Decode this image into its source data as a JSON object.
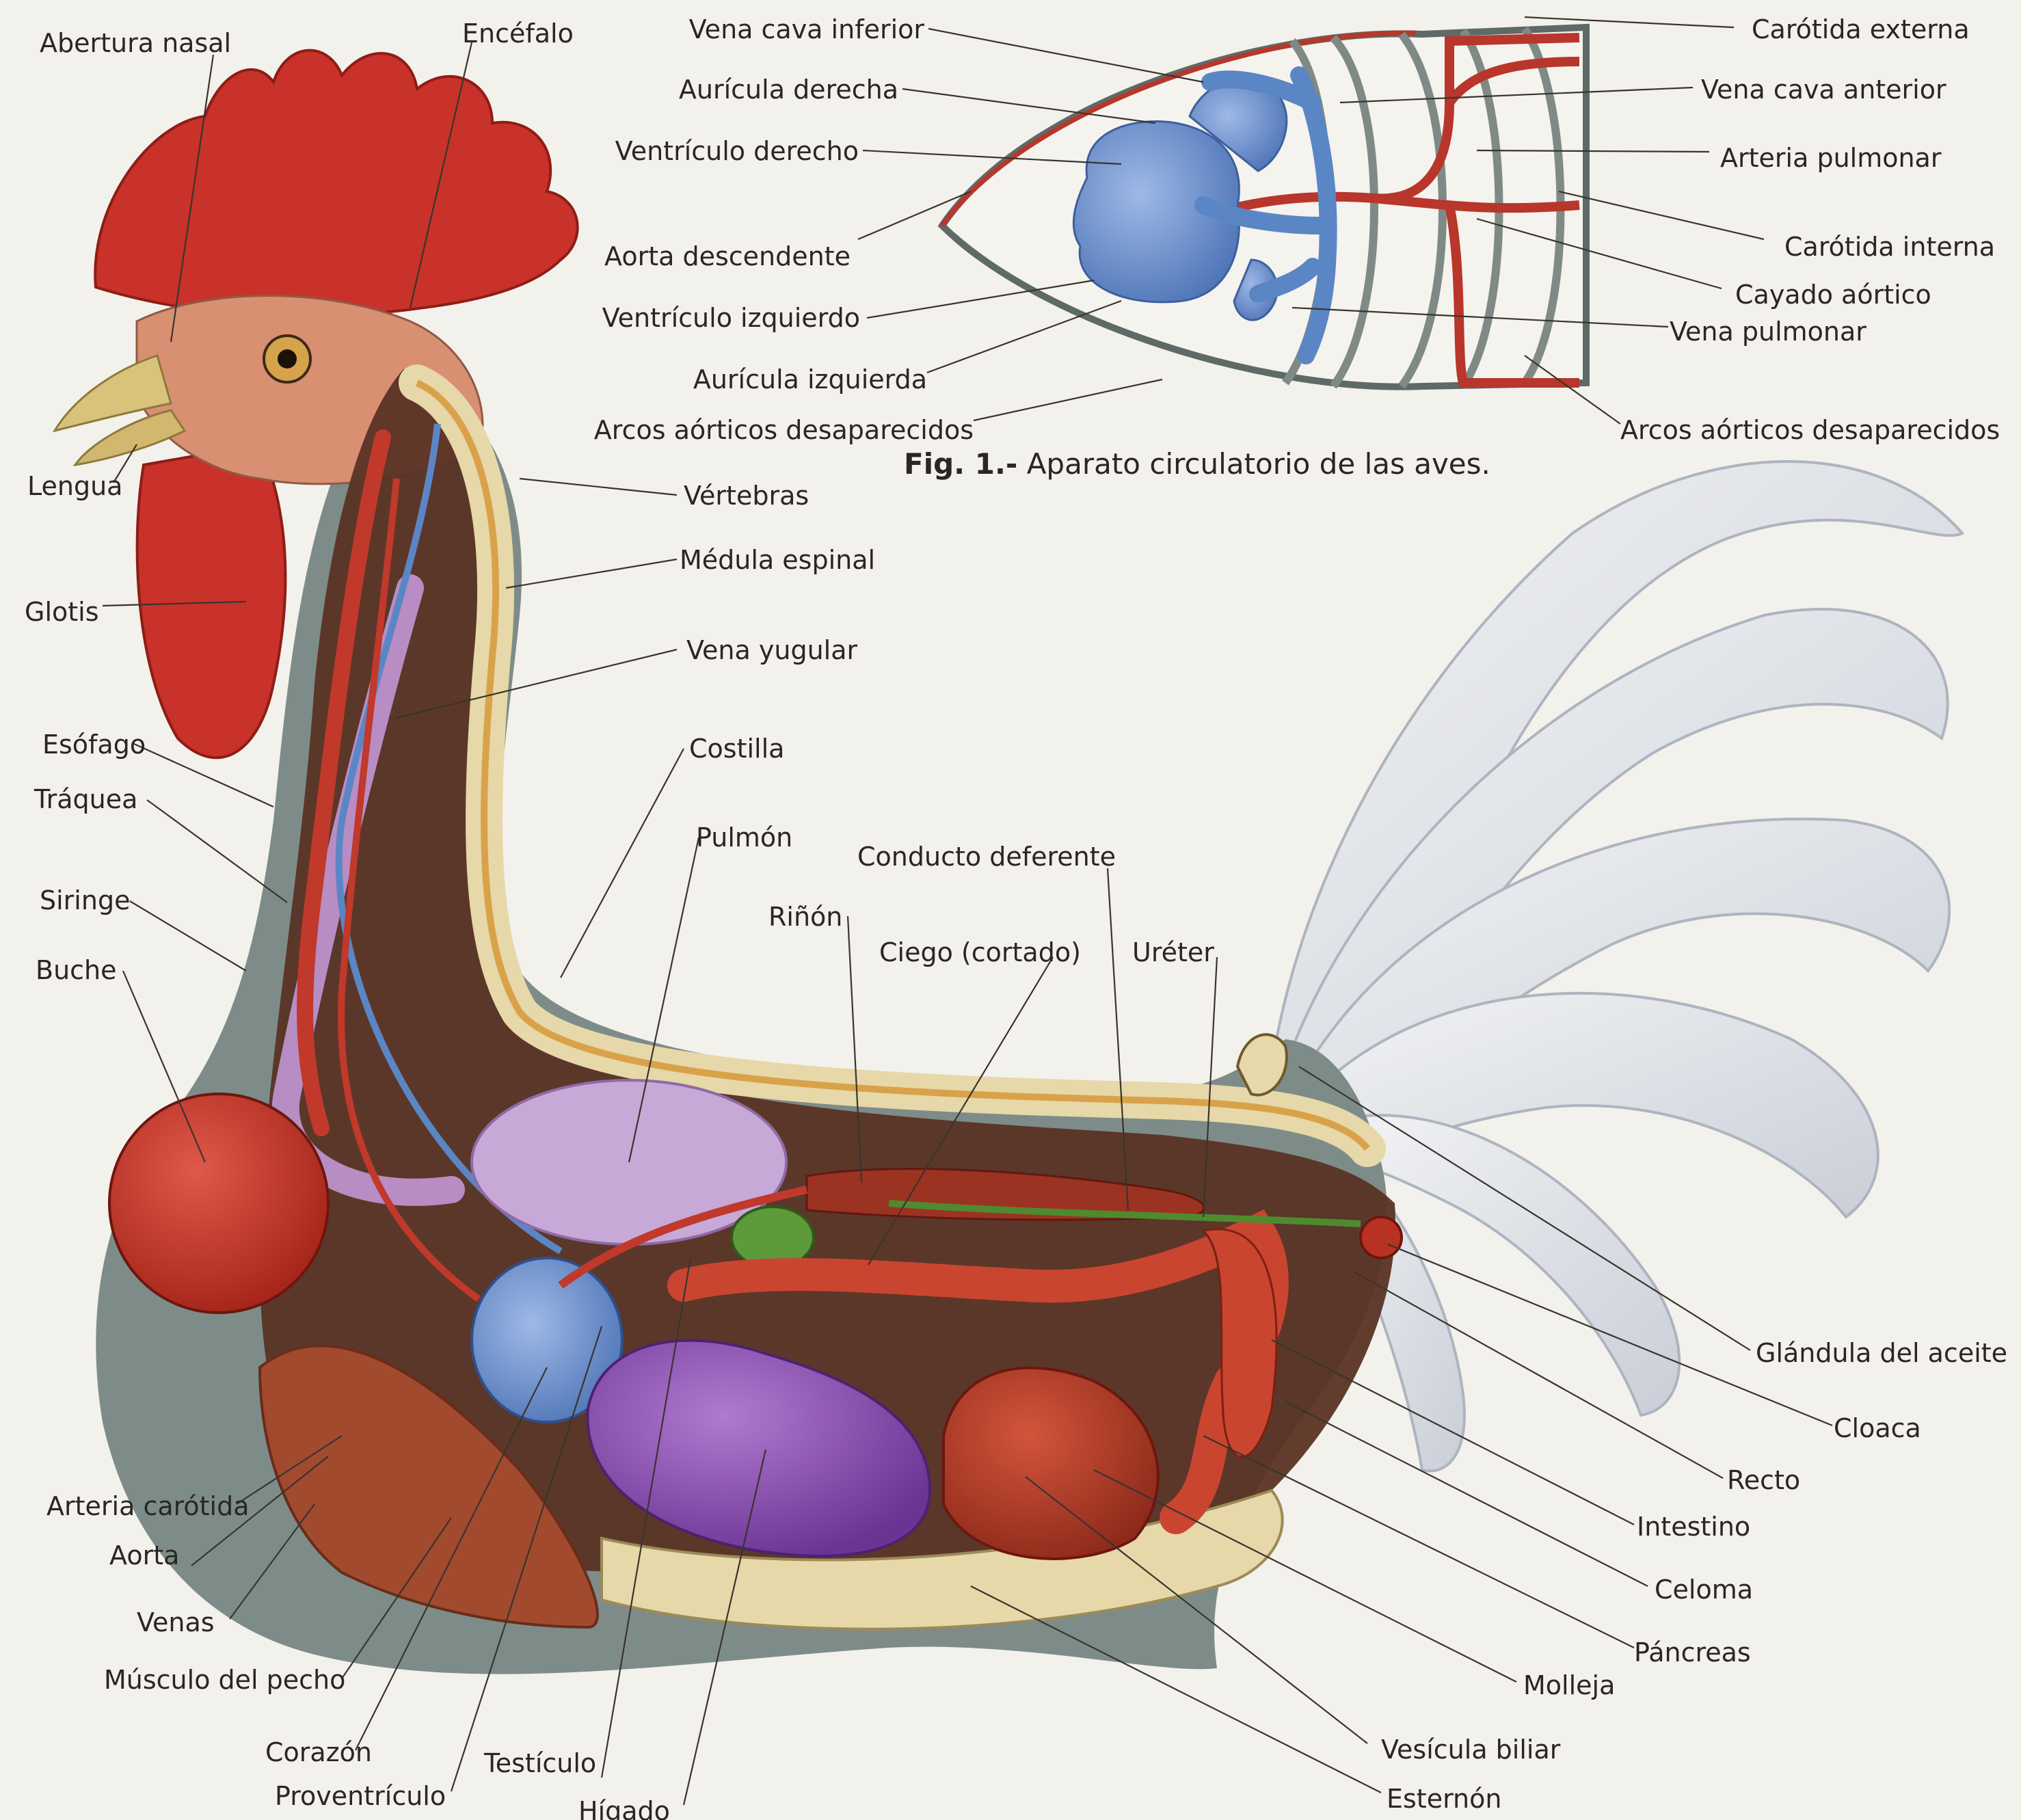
{
  "figure_caption": {
    "number": "Fig. 1.-",
    "text": "Aparato circulatorio de las aves."
  },
  "circulatory_labels": {
    "vena_cava_inferior": "Vena cava inferior",
    "auricula_derecha": "Aurícula derecha",
    "ventriculo_derecho": "Ventrículo derecho",
    "aorta_descendente": "Aorta descendente",
    "ventriculo_izquierdo": "Ventrículo izquierdo",
    "auricula_izquierda": "Aurícula izquierda",
    "arcos_left": "Arcos aórticos desaparecidos",
    "carotida_externa": "Carótida externa",
    "vena_cava_anterior": "Vena cava anterior",
    "arteria_pulmonar": "Arteria pulmonar",
    "carotida_interna": "Carótida interna",
    "cayado_aortico": "Cayado aórtico",
    "vena_pulmonar": "Vena pulmonar",
    "arcos_right": "Arcos aórticos desaparecidos"
  },
  "anatomy_labels": {
    "abertura_nasal": "Abertura nasal",
    "encefalo": "Encéfalo",
    "lengua": "Lengua",
    "glotis": "Glotis",
    "esofago": "Esófago",
    "traquea": "Tráquea",
    "siringe": "Siringe",
    "buche": "Buche",
    "vertebras": "Vértebras",
    "medula_espinal": "Médula espinal",
    "vena_yugular": "Vena yugular",
    "costilla": "Costilla",
    "pulmon": "Pulmón",
    "rinon": "Riñón",
    "conducto_deferente": "Conducto deferente",
    "ciego": "Ciego (cortado)",
    "ureter": "Uréter",
    "glandula_aceite": "Glándula del aceite",
    "cloaca": "Cloaca",
    "recto": "Recto",
    "intestino": "Intestino",
    "celoma": "Celoma",
    "pancreas": "Páncreas",
    "molleja": "Molleja",
    "vesicula_biliar": "Vesícula biliar",
    "esternon": "Esternón",
    "arteria_carotida": "Arteria carótida",
    "aorta": "Aorta",
    "venas": "Venas",
    "musculo_pecho": "Músculo del pecho",
    "corazon": "Corazón",
    "proventriculo": "Proventrículo",
    "testiculo": "Testículo",
    "higado": "Hígado"
  },
  "colors": {
    "background": "#f3f1ec",
    "body_gray": "#7e8c89",
    "comb_red": "#c8322a",
    "artery_red": "#c0392b",
    "vein_blue": "#5b86c5",
    "heart_blue": "#6f95d0",
    "liver_purple": "#8a4fb0",
    "lung_lilac": "#c7a9d8",
    "gallbladder_green": "#5d9a3a",
    "bone_cream": "#e6d8a8",
    "muscle_brown": "#a24a2e",
    "feather_white": "#e8eaee"
  }
}
